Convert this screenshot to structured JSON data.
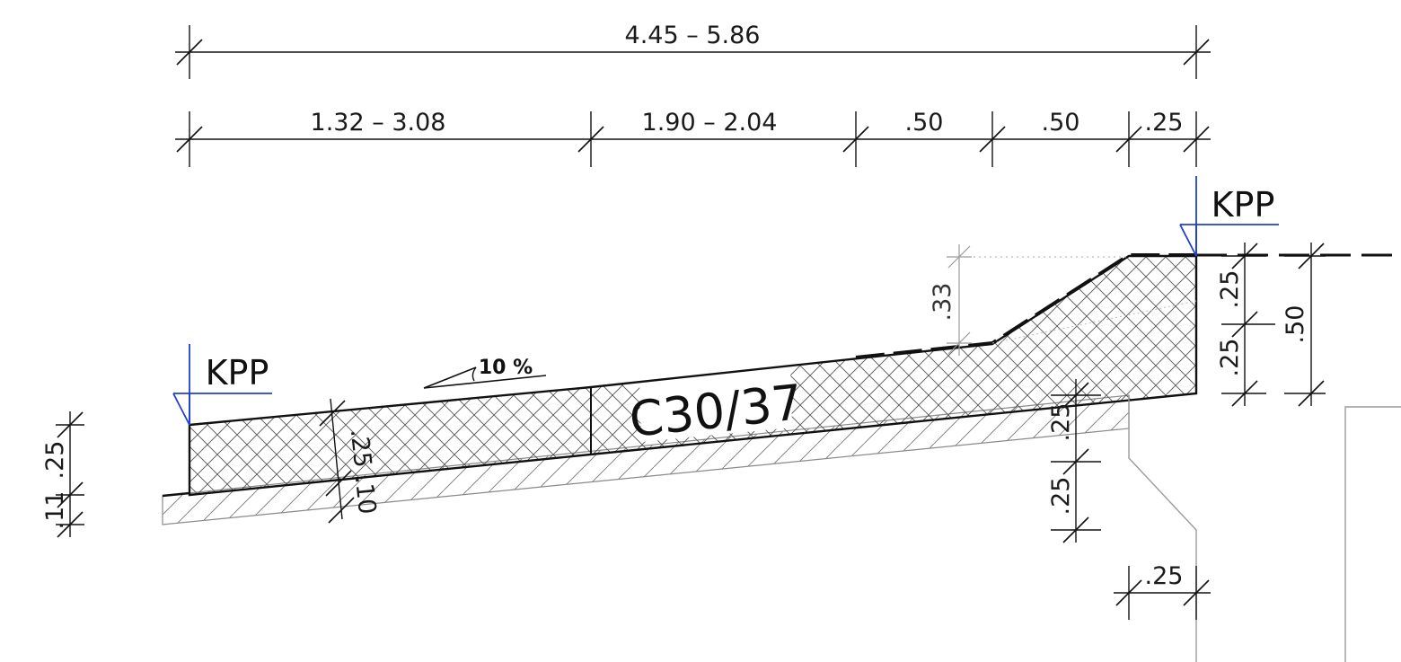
{
  "dimensions": {
    "overall": "4.45  –  5.86",
    "segments": [
      "1.32  –  3.08",
      "1.90  –  2.04",
      ".50",
      ".50",
      ".25"
    ],
    "slab_depth": ".25",
    "layer_depth": ".10",
    "left_depth": ".25",
    "left_layer": ".11",
    "rise": ".33",
    "right_upper": ".25",
    "right_lower": ".25",
    "right_total": ".50",
    "below_slab": ".25",
    "below_foot": ".25",
    "foot_width": ".25"
  },
  "labels": {
    "kpp_left": "KPP",
    "kpp_right": "KPP",
    "material": "C30/37",
    "slope": "10 %"
  },
  "colors": {
    "line": "#111111",
    "reference": "#1f3fd6",
    "hatch": "#555555",
    "light": "#9a9a9a"
  }
}
